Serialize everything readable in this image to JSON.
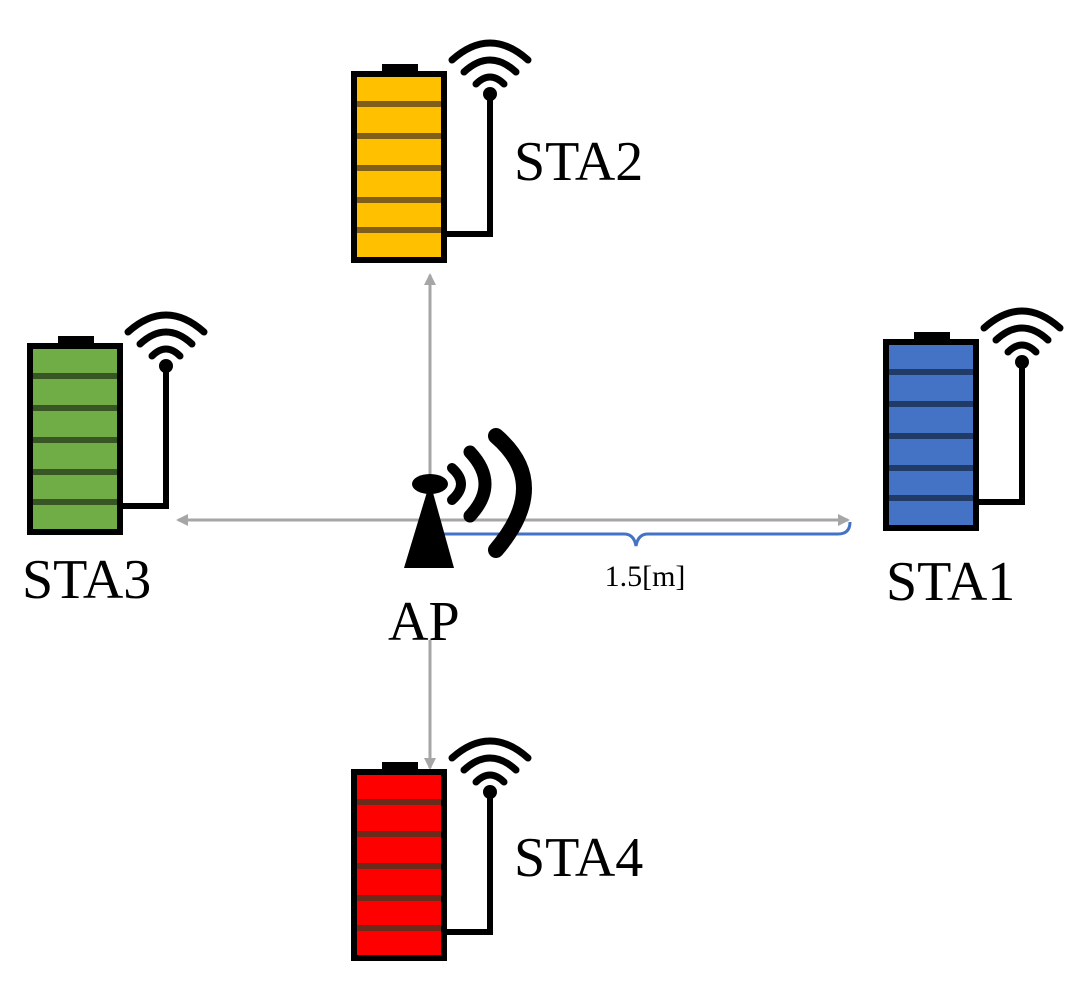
{
  "ap": {
    "label": "AP"
  },
  "distance": {
    "label": "1.5[m]",
    "color": "#4472C4"
  },
  "arrow_color": "#A6A6A6",
  "stations": [
    {
      "id": "sta1",
      "label": "STA1",
      "fill": "#4472C4",
      "stripe": "#1F3B66"
    },
    {
      "id": "sta2",
      "label": "STA2",
      "fill": "#FFC000",
      "stripe": "#7F5F1A"
    },
    {
      "id": "sta3",
      "label": "STA3",
      "fill": "#70AD47",
      "stripe": "#375623"
    },
    {
      "id": "sta4",
      "label": "STA4",
      "fill": "#FF0000",
      "stripe": "#6B2A1A"
    }
  ]
}
